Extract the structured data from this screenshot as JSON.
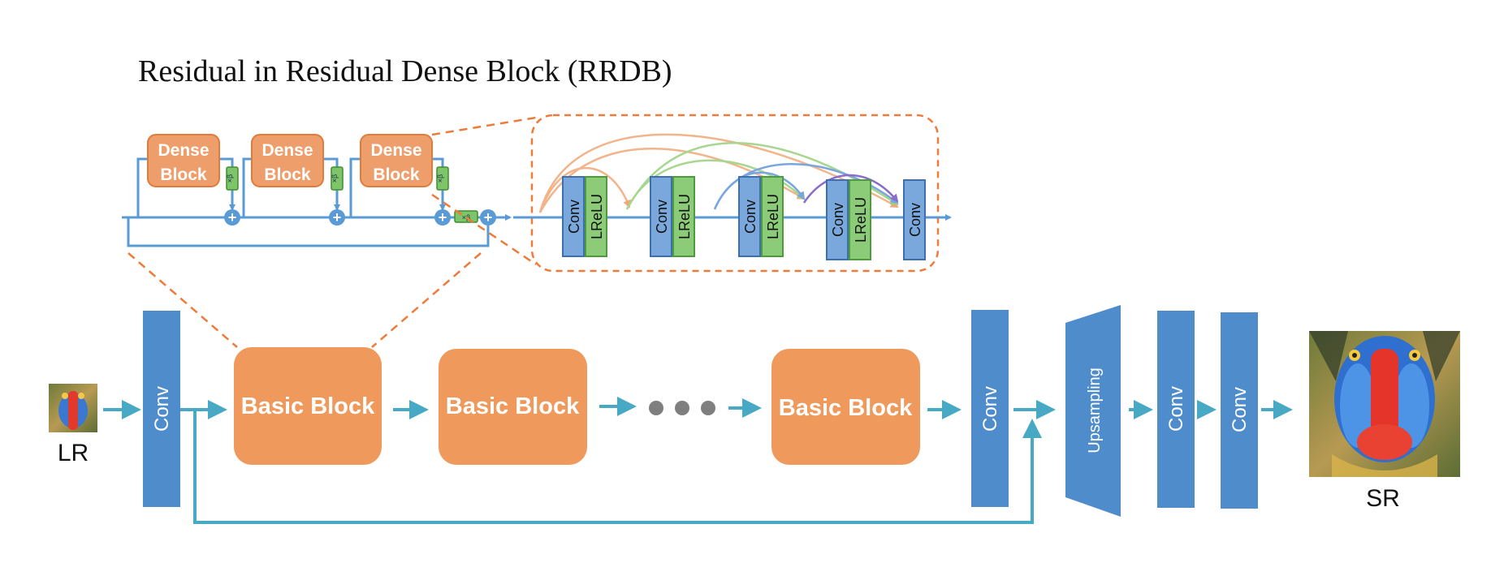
{
  "title": "Residual in Residual Dense Block (RRDB)",
  "labels": {
    "lr": "LR",
    "sr": "SR",
    "conv": "Conv",
    "lrelu": "LReLU",
    "basic_block": "Basic Block",
    "upsampling": "Upsampling",
    "dense_block_line1": "Dense",
    "dense_block_line2": "Block",
    "beta": "×β"
  },
  "colors": {
    "conv_blue": "#4f8ccc",
    "lrelu_green": "#7dc46a",
    "basic_block_orange": "#ef9a5c",
    "dense_block_orange": "#ee9e6a",
    "arrow_teal": "#48a9c5",
    "line_blue": "#5a9bd5",
    "dashed_orange": "#ee7b3a"
  }
}
